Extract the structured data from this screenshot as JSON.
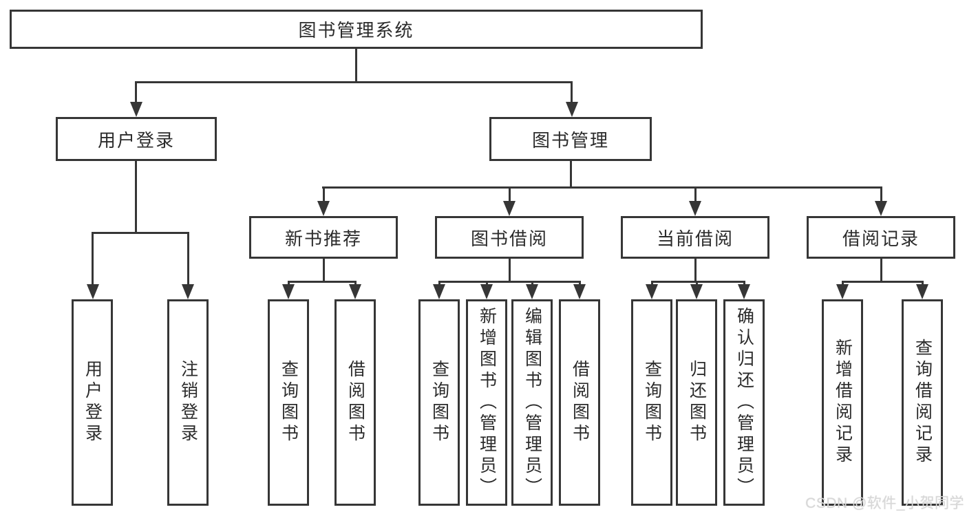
{
  "title": {
    "label": "图书管理系统"
  },
  "branches": [
    {
      "label": "用户登录",
      "children": [
        {
          "label": "用户登录"
        },
        {
          "label": "注销登录"
        }
      ]
    },
    {
      "label": "图书管理",
      "children": [
        {
          "label": "新书推荐",
          "children": [
            {
              "label": "查询图书"
            },
            {
              "label": "借阅图书"
            }
          ]
        },
        {
          "label": "图书借阅",
          "children": [
            {
              "label": "查询图书"
            },
            {
              "label": "新增图书（管理员）"
            },
            {
              "label": "编辑图书（管理员）"
            },
            {
              "label": "借阅图书"
            }
          ]
        },
        {
          "label": "当前借阅",
          "children": [
            {
              "label": "查询图书"
            },
            {
              "label": "归还图书"
            },
            {
              "label": "确认归还（管理员）"
            }
          ]
        },
        {
          "label": "借阅记录",
          "children": [
            {
              "label": "新增借阅记录"
            },
            {
              "label": "查询借阅记录"
            }
          ]
        }
      ]
    }
  ],
  "watermark": {
    "label": "CSDN @软件_小贺同学"
  },
  "colors": {
    "line": "#363636",
    "text": "#2b2b2b",
    "box_background": "#ffffff",
    "page_background": "#ffffff",
    "watermark_text": "#d8d8d8"
  }
}
